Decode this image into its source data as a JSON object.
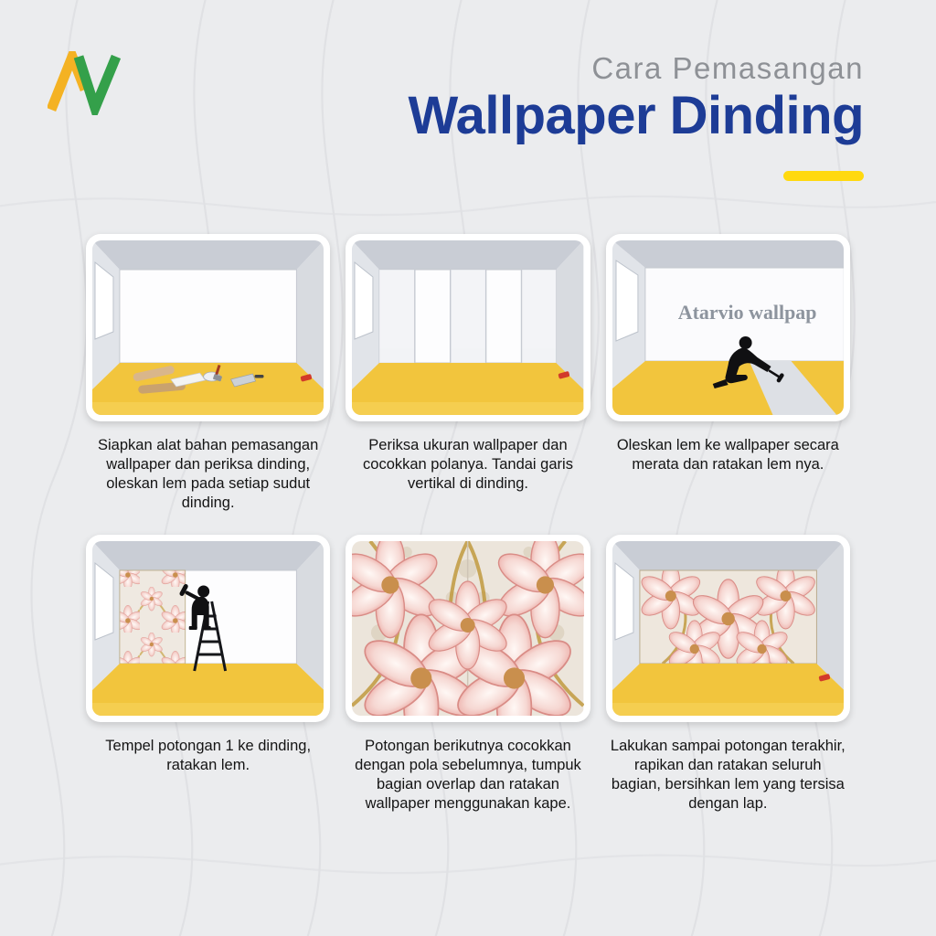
{
  "colors": {
    "title_blue": "#1d3c96",
    "underline_yellow": "#ffd90f",
    "subtitle_gray": "#8e9196",
    "floor_yellow": "#f2c53d",
    "logo_yellow": "#f4b223",
    "logo_green": "#34a04a"
  },
  "logo": {
    "name": "atarvio-brand-mark"
  },
  "header": {
    "subtitle": "Cara Pemasangan",
    "title": "Wallpaper Dinding"
  },
  "steps": [
    {
      "caption": "Siapkan alat bahan pemasangan wallpaper dan periksa dinding, oleskan lem pada setiap sudut dinding."
    },
    {
      "caption": "Periksa ukuran wallpaper dan cocokkan polanya. Tandai garis vertikal di dinding."
    },
    {
      "caption": "Oleskan lem ke wallpaper secara merata dan ratakan lem nya.",
      "watermark": "Atarvio wallpap"
    },
    {
      "caption": "Tempel potongan 1 ke dinding, ratakan lem."
    },
    {
      "caption": "Potongan berikutnya cocokkan dengan pola sebelumnya, tumpuk bagian overlap dan ratakan wallpaper menggunakan kape."
    },
    {
      "caption": "Lakukan sampai potongan terakhir, rapikan dan ratakan seluruh bagian, bersihkan lem yang tersisa dengan lap."
    }
  ]
}
